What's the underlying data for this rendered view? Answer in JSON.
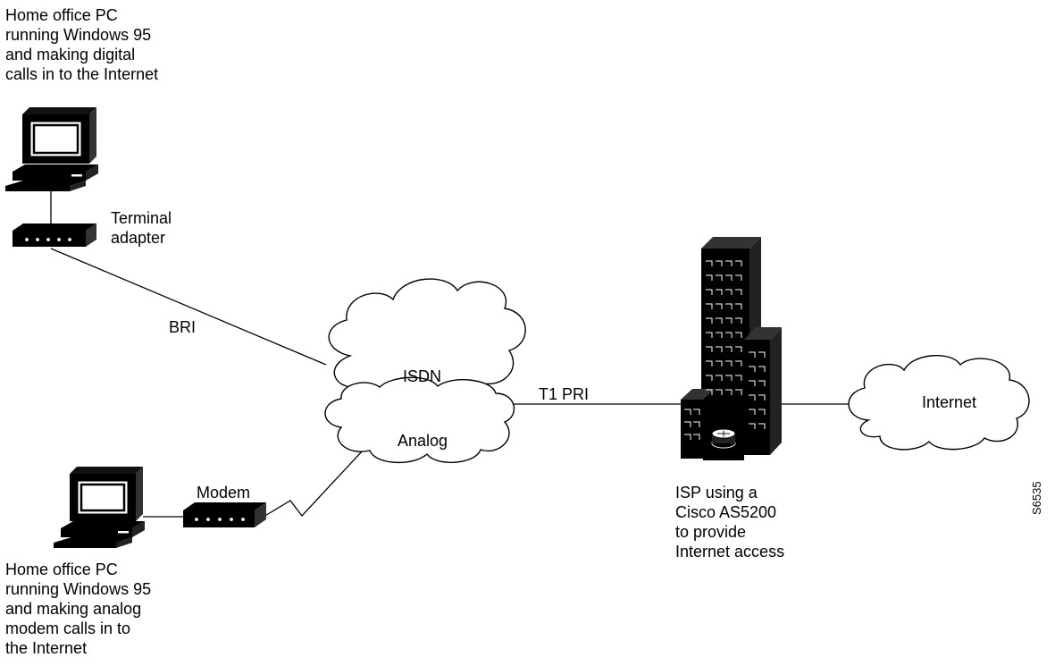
{
  "labels": {
    "top_pc_caption": [
      "Home office PC",
      "running Windows 95",
      "and making digital",
      "calls in to the Internet"
    ],
    "terminal_adapter": [
      "Terminal",
      "adapter"
    ],
    "bri": "BRI",
    "isdn": "ISDN",
    "analog": "Analog",
    "t1_pri": "T1 PRI",
    "internet": "Internet",
    "modem": "Modem",
    "isp_caption": [
      "ISP using a",
      "Cisco AS5200",
      "to provide",
      "Internet access"
    ],
    "bottom_pc_caption": [
      "Home office PC",
      "running Windows 95",
      "and making analog",
      "modem calls in to",
      "the Internet"
    ],
    "figure_id": "S6535"
  }
}
